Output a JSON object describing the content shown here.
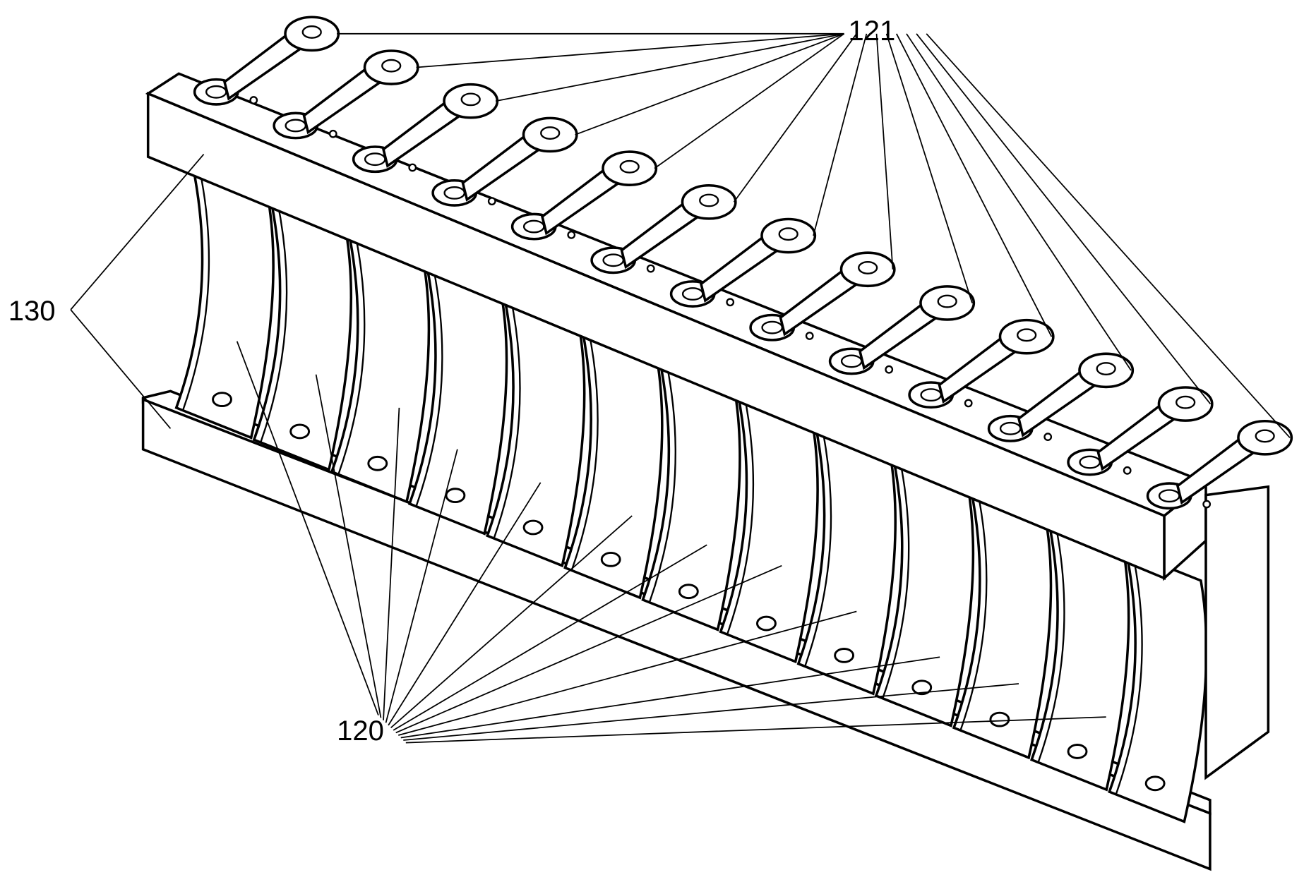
{
  "labels": {
    "arms": "121",
    "bars": "130",
    "vanes": "120"
  },
  "counts": {
    "vanes": 13,
    "arms": 13
  }
}
